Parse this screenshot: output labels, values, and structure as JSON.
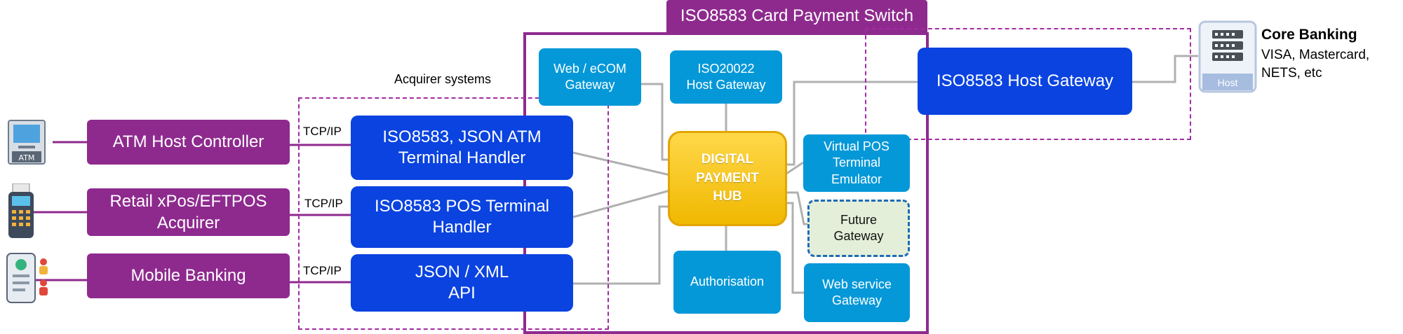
{
  "switch": {
    "title": "ISO8583 Card Payment Switch"
  },
  "acquirer": {
    "label": "Acquirer systems"
  },
  "channels": [
    {
      "label": "ATM Host Controller",
      "icon": "atm-icon",
      "protocol": "TCP/IP"
    },
    {
      "label": "Retail xPos/EFTPOS\nAcquirer",
      "icon": "pos-terminal-icon",
      "protocol": "TCP/IP"
    },
    {
      "label": "Mobile Banking",
      "icon": "mobile-banking-icon",
      "protocol": "TCP/IP"
    }
  ],
  "handlers": [
    {
      "label": "ISO8583, JSON ATM\nTerminal Handler"
    },
    {
      "label": "ISO8583 POS Terminal\nHandler"
    },
    {
      "label": "JSON / XML\nAPI"
    }
  ],
  "gateways": {
    "web_ecom": "Web / eCOM\nGateway",
    "iso20022": "ISO20022\nHost Gateway",
    "virtual_pos": "Virtual POS\nTerminal\nEmulator",
    "future": "Future\nGateway",
    "web_service": "Web service\nGateway",
    "authorisation": "Authorisation",
    "host_gateway": "ISO8583 Host Gateway"
  },
  "hub": {
    "label": "DIGITAL\nPAYMENT\nHUB"
  },
  "core_banking": {
    "icon_label": "Host",
    "title": "Core Banking",
    "subtitle": "VISA, Mastercard,\nNETS, etc"
  },
  "colors": {
    "purple": "#8e2a8e",
    "blue": "#0a43e0",
    "light_blue": "#0598d8",
    "hub_yellow": "#f5c400",
    "future_green": "#e3efd9",
    "connector_gray": "#aaaaaa"
  }
}
